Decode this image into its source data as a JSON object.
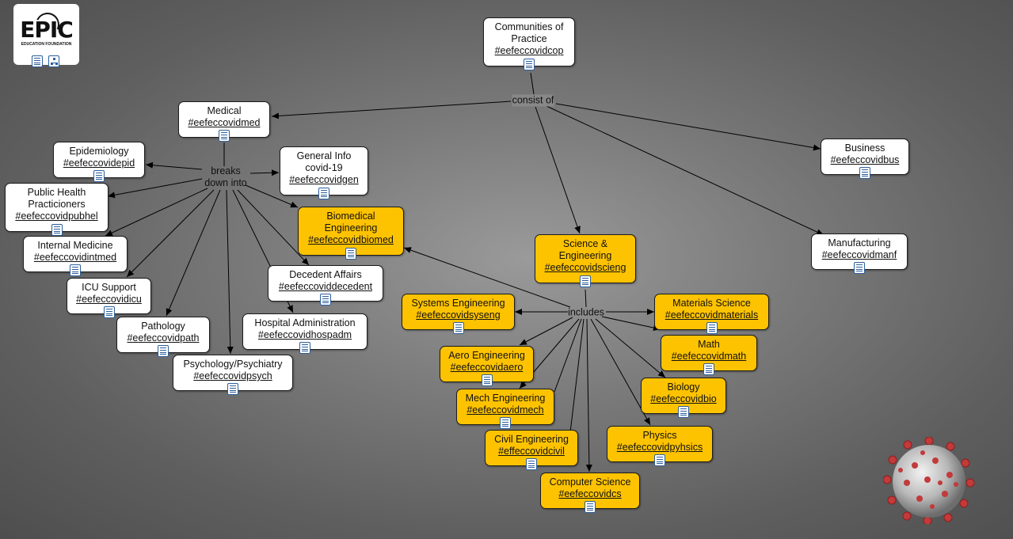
{
  "logo": {
    "brand": "EPIC",
    "subtitle": "EDUCATION FOUNDATION"
  },
  "link_labels": {
    "consist_of": "consist of",
    "breaks_down_into": "breaks\ndown into",
    "includes": "includes"
  },
  "nodes": {
    "cop": {
      "label": "Communities of\nPractice",
      "tag": "#eefeccovidcop"
    },
    "medical": {
      "label": "Medical",
      "tag": "#eefeccovidmed"
    },
    "business": {
      "label": "Business",
      "tag": "#eefeccovidbus"
    },
    "manufacturing": {
      "label": "Manufacturing",
      "tag": "#eefeccovidmanf"
    },
    "scieng": {
      "label": "Science &\nEngineering",
      "tag": "#eefeccovidscieng"
    },
    "epidemiology": {
      "label": "Epidemiology",
      "tag": "#eefeccovidepid"
    },
    "generalinfo": {
      "label": "General Info\ncovid-19",
      "tag": "#eefeccovidgen"
    },
    "pubhel": {
      "label": "Public Health\nPracticioners",
      "tag": "#eefeccovidpubhel"
    },
    "biomed": {
      "label": "Biomedical\nEngineering",
      "tag": "#eefeccovidbiomed"
    },
    "intmed": {
      "label": "Internal Medicine",
      "tag": "#eefeccovidintmed"
    },
    "decedent": {
      "label": "Decedent Affairs",
      "tag": "#eefeccoviddecedent"
    },
    "icu": {
      "label": "ICU Support",
      "tag": "#eefeccovidicu"
    },
    "hospadm": {
      "label": "Hospital Administration",
      "tag": "#eefeccovidhospadm"
    },
    "pathology": {
      "label": "Pathology",
      "tag": "#eefeccovidpath"
    },
    "psych": {
      "label": "Psychology/Psychiatry",
      "tag": "#eefeccovidpsych"
    },
    "syseng": {
      "label": "Systems Engineering",
      "tag": "#eefeccovidsyseng"
    },
    "materials": {
      "label": "Materials Science",
      "tag": "#eefeccovidmaterials"
    },
    "math": {
      "label": "Math",
      "tag": "#eefeccovidmath"
    },
    "aero": {
      "label": "Aero Engineering",
      "tag": "#eefeccovidaero"
    },
    "biology": {
      "label": "Biology",
      "tag": "#eefeccovidbio"
    },
    "mech": {
      "label": "Mech Engineering",
      "tag": "#eefeccovidmech"
    },
    "physics": {
      "label": "Physics",
      "tag": "#eefeccovidpyhsics"
    },
    "civil": {
      "label": "Civil Engineering",
      "tag": "#effeccovidcivil"
    },
    "cs": {
      "label": "Computer Science",
      "tag": "#eefeccovidcs"
    }
  },
  "colors": {
    "background": "#6e6e6e",
    "highlight_node": "#fec300",
    "plain_node": "#ffffff",
    "icon_blue": "#2d5f9c"
  }
}
